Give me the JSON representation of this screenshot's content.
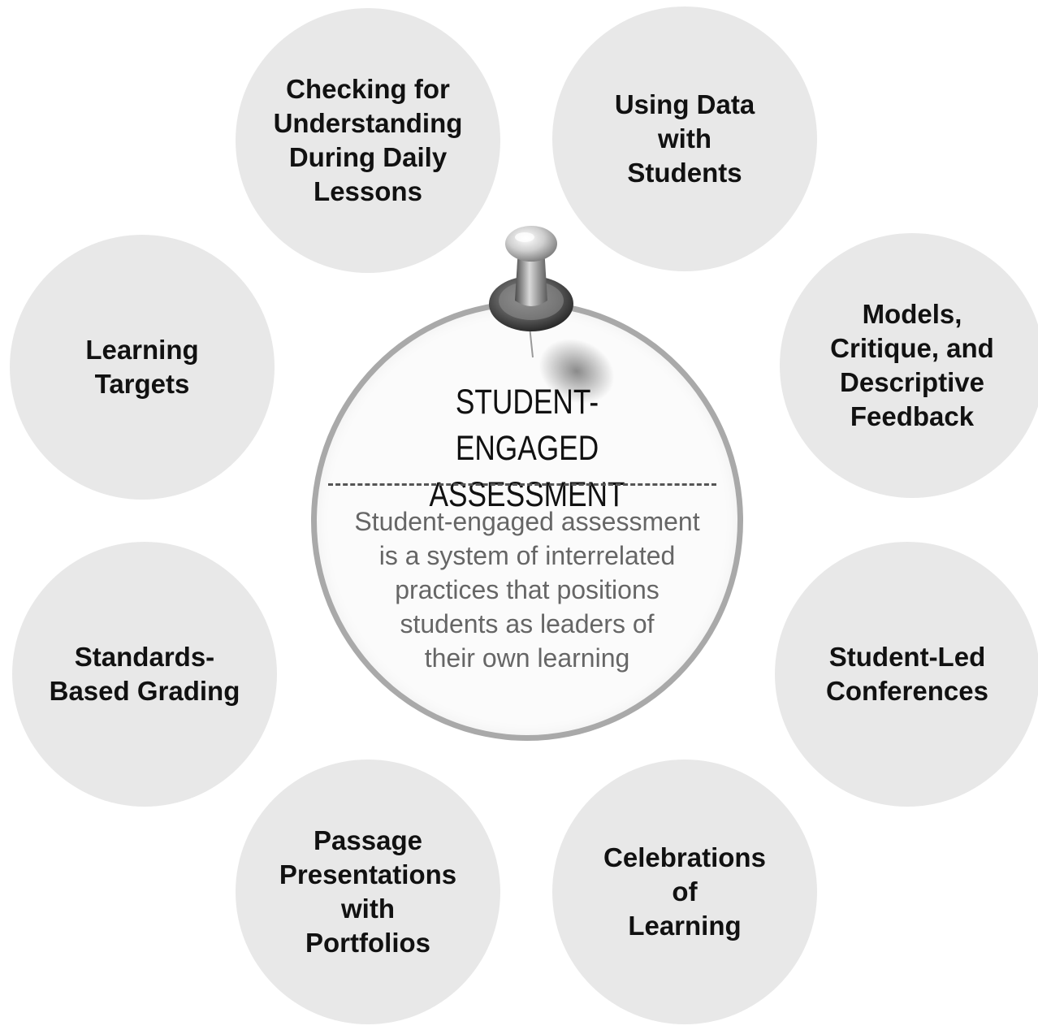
{
  "center": {
    "title": "STUDENT-\nENGAGED ASSESSMENT",
    "description": "Student-engaged assessment\nis a system of interrelated\npractices that positions\nstudents as leaders of\ntheir own learning"
  },
  "practices": [
    {
      "label": "Checking for\nUnderstanding\nDuring Daily\nLessons"
    },
    {
      "label": "Using Data\nwith\nStudents"
    },
    {
      "label": "Models,\nCritique, and\nDescriptive\nFeedback"
    },
    {
      "label": "Student-Led\nConferences"
    },
    {
      "label": "Celebrations\nof\nLearning"
    },
    {
      "label": "Passage\nPresentations\nwith\nPortfolios"
    },
    {
      "label": "Standards-\nBased Grading"
    },
    {
      "label": "Learning\nTargets"
    }
  ],
  "colors": {
    "outer_circle_fill": "#e8e8e8",
    "center_border": "#a9a9a9",
    "description_text": "#666666"
  },
  "icons": {
    "pin": "pushpin-icon"
  }
}
